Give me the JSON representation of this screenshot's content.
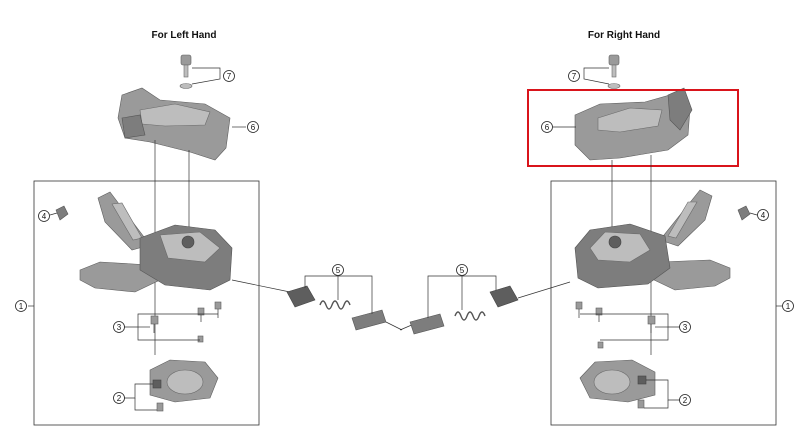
{
  "left_title": "For Left Hand",
  "right_title": "For Right Hand",
  "callouts": {
    "c1": "1",
    "c2": "2",
    "c3": "3",
    "c4": "4",
    "c5": "5",
    "c6": "6",
    "c7": "7"
  },
  "highlight_color": "#d9141b"
}
